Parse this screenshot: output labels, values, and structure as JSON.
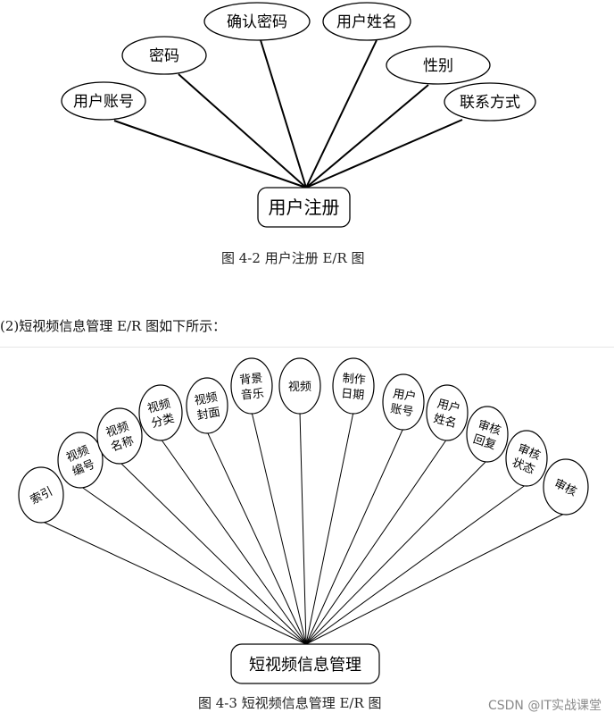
{
  "diagram1": {
    "center": "用户注册",
    "attributes": [
      "用户账号",
      "密码",
      "确认密码",
      "用户姓名",
      "性别",
      "联系方式"
    ],
    "caption": "图 4-2 用户注册 E/R 图"
  },
  "intro_text": "(2)短视频信息管理 E/R 图如下所示：",
  "diagram2": {
    "center": "短视频信息管理",
    "attributes": [
      [
        "索引"
      ],
      [
        "视频",
        "编号"
      ],
      [
        "视频",
        "名称"
      ],
      [
        "视频",
        "分类"
      ],
      [
        "视频",
        "封面"
      ],
      [
        "背景",
        "音乐"
      ],
      [
        "视频"
      ],
      [
        "制作",
        "日期"
      ],
      [
        "用户",
        "账号"
      ],
      [
        "用户",
        "姓名"
      ],
      [
        "审核",
        "回复"
      ],
      [
        "审核",
        "状态"
      ],
      [
        "审核"
      ]
    ],
    "caption": "图 4-3 短视频信息管理 E/R 图"
  },
  "watermark": "CSDN @IT实战课堂"
}
